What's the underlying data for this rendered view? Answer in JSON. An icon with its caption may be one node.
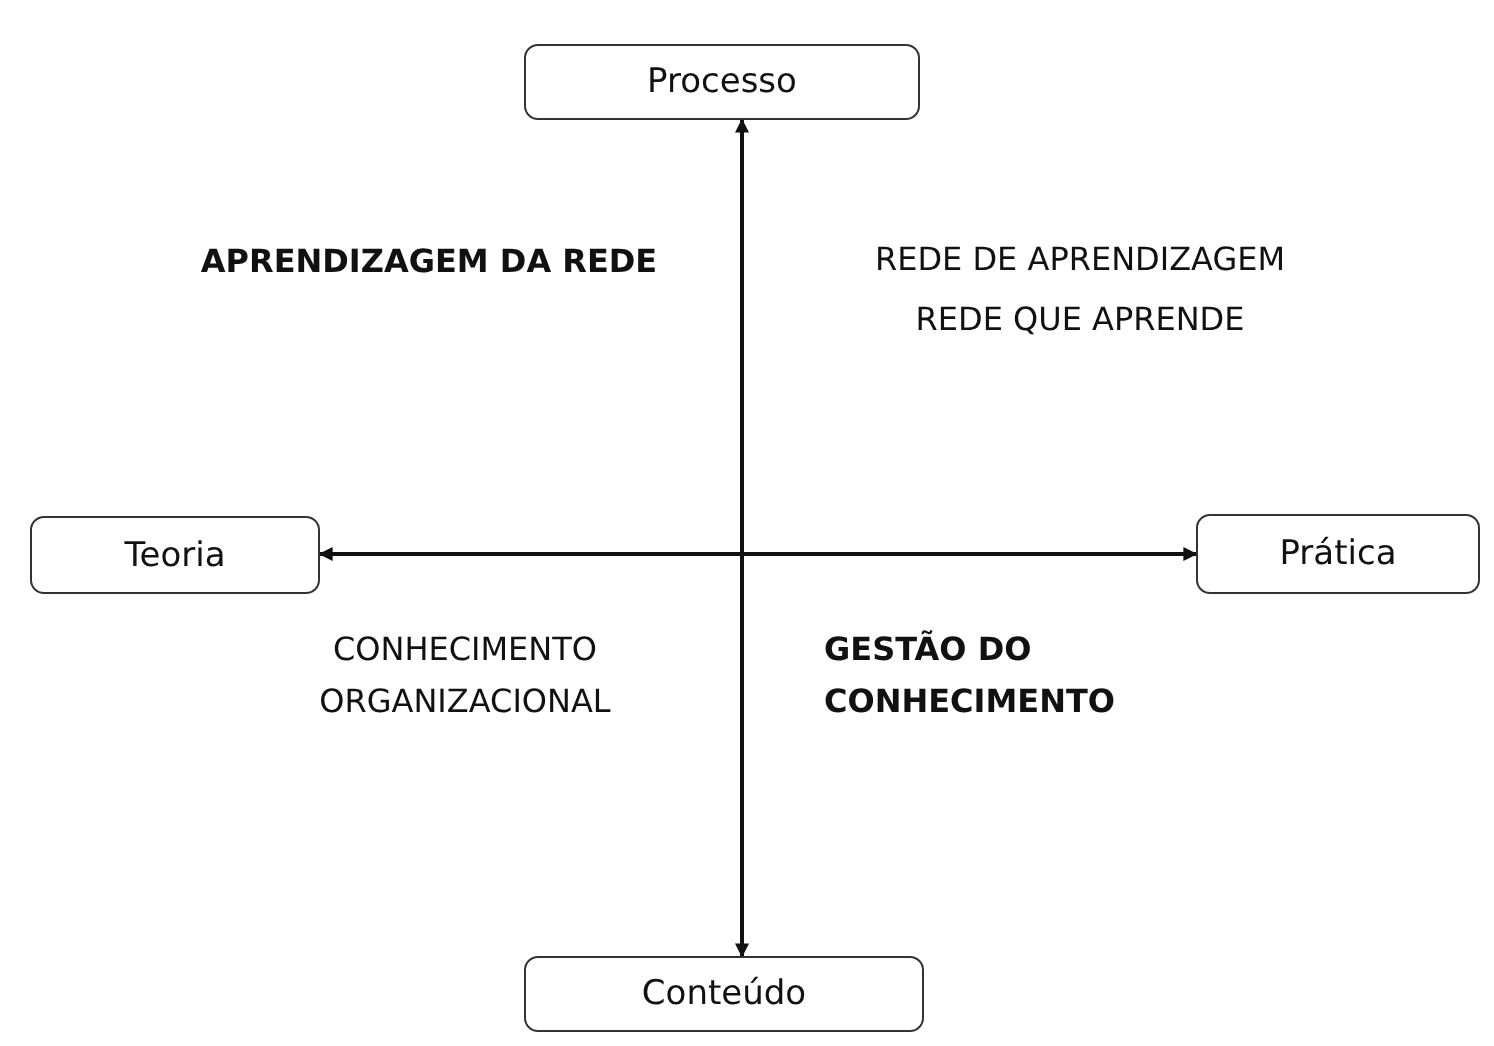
{
  "diagram": {
    "nodes": [
      {
        "text": [
          "Processo"
        ]
      },
      {
        "text": [
          "Teoria"
        ]
      },
      {
        "text": [
          "Prática"
        ]
      },
      {
        "text": [
          "Conteúdo"
        ]
      }
    ],
    "edges": [
      {
        "from": 3,
        "to": 0,
        "arrow": "both"
      },
      {
        "from": 1,
        "to": 2,
        "arrow": "both"
      }
    ],
    "labels": [
      "APRENDIZAGEM DA REDE",
      "REDE DE APRENDIZAGEM",
      "REDE QUE APRENDE",
      "CONHECIMENTO ORGANIZACIONAL",
      "GESTÃO DO CONHECIMENTO"
    ]
  }
}
